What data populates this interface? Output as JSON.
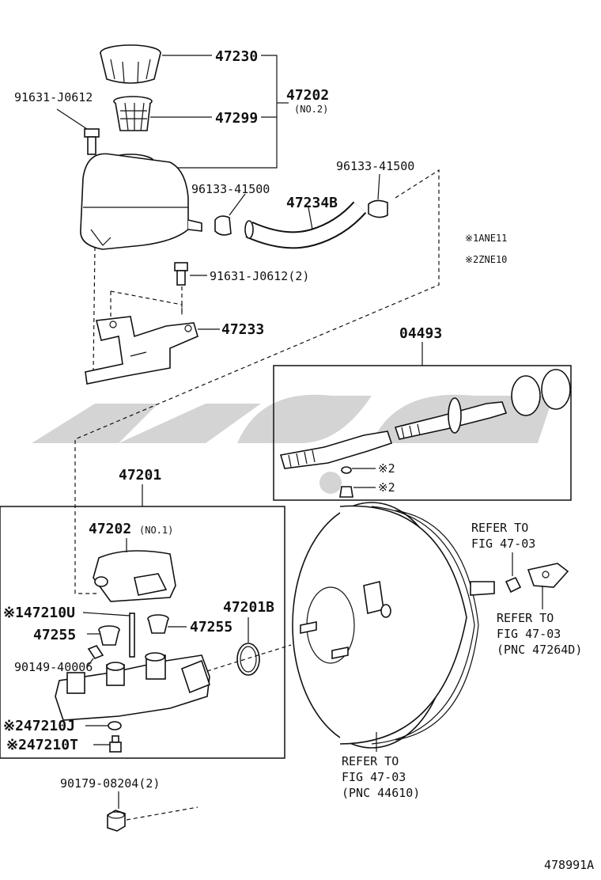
{
  "labels": {
    "p47230": "47230",
    "p91631a": "91631-J0612",
    "p47202": "47202",
    "p47202_no2": "(NO.2)",
    "p47299": "47299",
    "p96133a": "96133-41500",
    "p96133b": "96133-41500",
    "p47234b": "47234B",
    "note1": "※1ANE11",
    "note2": "※2ZNE10",
    "p91631b": "91631-J0612(2)",
    "p47233": "47233",
    "p04493": "04493",
    "kit_n2a": "※2",
    "kit_n2b": "※2",
    "p47201": "47201",
    "p47202_1": "47202",
    "p47202_1_no": "(NO.1)",
    "p147210u": "※147210U",
    "p47201b": "47201B",
    "p47255a": "47255",
    "p47255b": "47255",
    "p90149": "90149-40006",
    "p247210j": "※247210J",
    "p247210t": "※247210T",
    "p90179": "90179-08204(2)",
    "ref_a1": "REFER TO",
    "ref_a2": "FIG 47-03",
    "ref_b1": "REFER TO",
    "ref_b2": "FIG 47-03",
    "ref_b3": "(PNC 47264D)",
    "ref_c1": "REFER TO",
    "ref_c2": "FIG 47-03",
    "ref_c3": "(PNC 44610)",
    "figure_id": "478991A"
  },
  "watermark": {
    "text": "بي إم",
    "color": "#d9d9d9"
  }
}
